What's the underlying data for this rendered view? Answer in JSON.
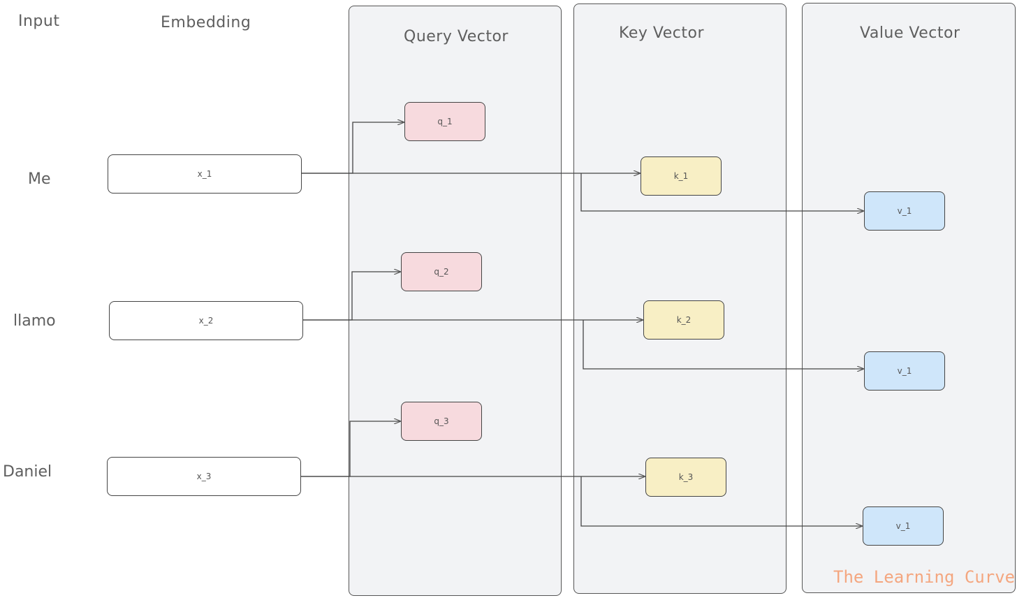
{
  "headers": {
    "input": "Input",
    "embedding": "Embedding",
    "query": "Query Vector",
    "key": "Key Vector",
    "value": "Value Vector"
  },
  "inputs": [
    "Me",
    "llamo",
    "Daniel"
  ],
  "embeddings": [
    "x_1",
    "x_2",
    "x_3"
  ],
  "queries": [
    "q_1",
    "q_2",
    "q_3"
  ],
  "keys": [
    "k_1",
    "k_2",
    "k_3"
  ],
  "values": [
    "v_1",
    "v_1",
    "v_1"
  ],
  "watermark": "The Learning Curve",
  "colors": {
    "query_fill": "#f7dade",
    "key_fill": "#f8efc5",
    "value_fill": "#cfe6fa",
    "panel_fill": "#f2f3f5",
    "watermark": "#f4a67f"
  }
}
